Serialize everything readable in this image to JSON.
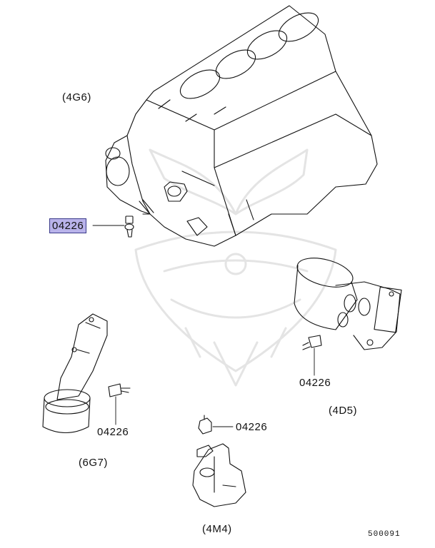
{
  "engines": {
    "e4g6": "(4G6)",
    "e4d5": "(4D5)",
    "e6g7": "(6G7)",
    "e4m4": "(4M4)"
  },
  "parts": {
    "p1": "04226",
    "p2": "04226",
    "p3": "04226",
    "p4": "04226"
  },
  "reference": "500091",
  "colors": {
    "highlight": "#b9b3ea",
    "line": "#111111",
    "watermark": "#e6e6e6"
  },
  "icons": [
    "engine-block-icon",
    "oil-filter-housing-icon",
    "oil-pump-housing-icon",
    "pressure-switch-icon"
  ]
}
